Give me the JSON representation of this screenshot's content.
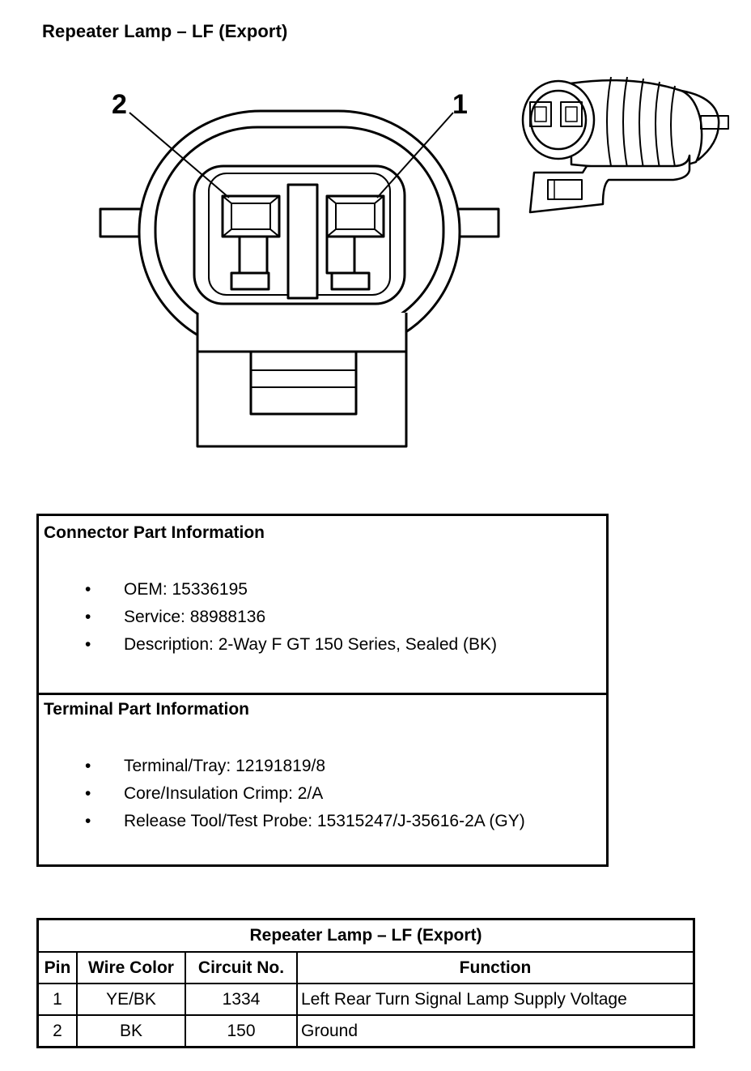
{
  "title": "Repeater Lamp – LF (Export)",
  "diagram": {
    "pin_labels": [
      "2",
      "1"
    ]
  },
  "connector_info": {
    "heading": "Connector Part Information",
    "items": [
      "OEM: 15336195",
      "Service: 88988136",
      "Description: 2-Way F GT 150 Series, Sealed (BK)"
    ]
  },
  "terminal_info": {
    "heading": "Terminal Part Information",
    "items": [
      "Terminal/Tray: 12191819/8",
      "Core/Insulation Crimp: 2/A",
      "Release Tool/Test Probe: 15315247/J-35616-2A (GY)"
    ]
  },
  "bullet_char": "•",
  "pin_table": {
    "caption": "Repeater Lamp – LF (Export)",
    "headers": [
      "Pin",
      "Wire Color",
      "Circuit No.",
      "Function"
    ],
    "rows": [
      [
        "1",
        "YE/BK",
        "1334",
        "Left Rear Turn Signal Lamp Supply Voltage"
      ],
      [
        "2",
        "BK",
        "150",
        "Ground"
      ]
    ]
  }
}
